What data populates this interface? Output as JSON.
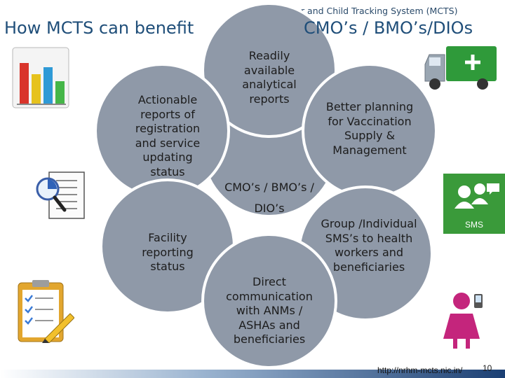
{
  "header": {
    "system_name": "Mother and Child Tracking System (MCTS)",
    "title_left": "How MCTS can benefit",
    "title_right": "CMO’s / BMO’s/DIOs"
  },
  "center": {
    "label": "CMO’s / BMO’s / DIO’s"
  },
  "circles": [
    {
      "label": "Readily available analytical reports"
    },
    {
      "label": "Actionable reports of registration and service updating status"
    },
    {
      "label": "Better planning for Vaccination Supply & Management"
    },
    {
      "label": "Facility reporting status"
    },
    {
      "label": "Group /Individual SMS’s to health workers and beneficiaries"
    },
    {
      "label": "Direct communication with ANMs / ASHAs and beneficiaries"
    }
  ],
  "icons": {
    "bar_chart": "bar-chart-icon",
    "truck": "delivery-truck-icon",
    "report": "report-magnifier-icon",
    "sms": "sms-icon",
    "clipboard": "clipboard-pencil-icon",
    "phone_user": "woman-phone-icon",
    "sms_text": "SMS"
  },
  "footer": {
    "url": "http://nrhm-mcts.nic.in/",
    "page_number": "10"
  },
  "colors": {
    "circle_fill": "#8f99a8",
    "circle_stroke": "#ffffff",
    "title": "#1f4e79",
    "sms_green": "#3a9a3a"
  }
}
